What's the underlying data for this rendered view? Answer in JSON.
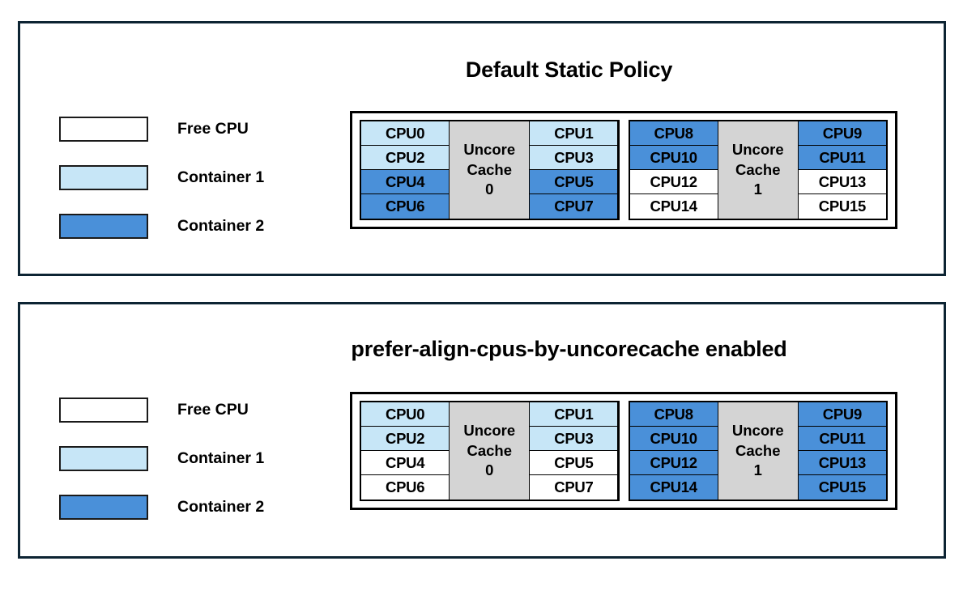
{
  "colors": {
    "free_cpu": "#ffffff",
    "container1": "#c7e6f7",
    "container2": "#4a90d9",
    "uncore_cache": "#d4d4d4",
    "panel_border": "#0d2433",
    "cell_border": "#000000"
  },
  "legend": {
    "items": [
      {
        "label": "Free CPU",
        "fill": "free"
      },
      {
        "label": "Container 1",
        "fill": "c1"
      },
      {
        "label": "Container 2",
        "fill": "c2"
      }
    ]
  },
  "panels": [
    {
      "title": "Default Static Policy",
      "diagram": {
        "groups": [
          {
            "uncore_label_line1": "Uncore",
            "uncore_label_line2": "Cache",
            "uncore_label_line3": "0",
            "left_column": [
              {
                "label": "CPU0",
                "fill": "c1"
              },
              {
                "label": "CPU2",
                "fill": "c1"
              },
              {
                "label": "CPU4",
                "fill": "c2"
              },
              {
                "label": "CPU6",
                "fill": "c2"
              }
            ],
            "right_column": [
              {
                "label": "CPU1",
                "fill": "c1"
              },
              {
                "label": "CPU3",
                "fill": "c1"
              },
              {
                "label": "CPU5",
                "fill": "c2"
              },
              {
                "label": "CPU7",
                "fill": "c2"
              }
            ]
          },
          {
            "uncore_label_line1": "Uncore",
            "uncore_label_line2": "Cache",
            "uncore_label_line3": "1",
            "left_column": [
              {
                "label": "CPU8",
                "fill": "c2"
              },
              {
                "label": "CPU10",
                "fill": "c2"
              },
              {
                "label": "CPU12",
                "fill": "free"
              },
              {
                "label": "CPU14",
                "fill": "free"
              }
            ],
            "right_column": [
              {
                "label": "CPU9",
                "fill": "c2"
              },
              {
                "label": "CPU11",
                "fill": "c2"
              },
              {
                "label": "CPU13",
                "fill": "free"
              },
              {
                "label": "CPU15",
                "fill": "free"
              }
            ]
          }
        ]
      }
    },
    {
      "title": "prefer-align-cpus-by-uncorecache enabled",
      "diagram": {
        "groups": [
          {
            "uncore_label_line1": "Uncore",
            "uncore_label_line2": "Cache",
            "uncore_label_line3": "0",
            "left_column": [
              {
                "label": "CPU0",
                "fill": "c1"
              },
              {
                "label": "CPU2",
                "fill": "c1"
              },
              {
                "label": "CPU4",
                "fill": "free"
              },
              {
                "label": "CPU6",
                "fill": "free"
              }
            ],
            "right_column": [
              {
                "label": "CPU1",
                "fill": "c1"
              },
              {
                "label": "CPU3",
                "fill": "c1"
              },
              {
                "label": "CPU5",
                "fill": "free"
              },
              {
                "label": "CPU7",
                "fill": "free"
              }
            ]
          },
          {
            "uncore_label_line1": "Uncore",
            "uncore_label_line2": "Cache",
            "uncore_label_line3": "1",
            "left_column": [
              {
                "label": "CPU8",
                "fill": "c2"
              },
              {
                "label": "CPU10",
                "fill": "c2"
              },
              {
                "label": "CPU12",
                "fill": "c2"
              },
              {
                "label": "CPU14",
                "fill": "c2"
              }
            ],
            "right_column": [
              {
                "label": "CPU9",
                "fill": "c2"
              },
              {
                "label": "CPU11",
                "fill": "c2"
              },
              {
                "label": "CPU13",
                "fill": "c2"
              },
              {
                "label": "CPU15",
                "fill": "c2"
              }
            ]
          }
        ]
      }
    }
  ]
}
